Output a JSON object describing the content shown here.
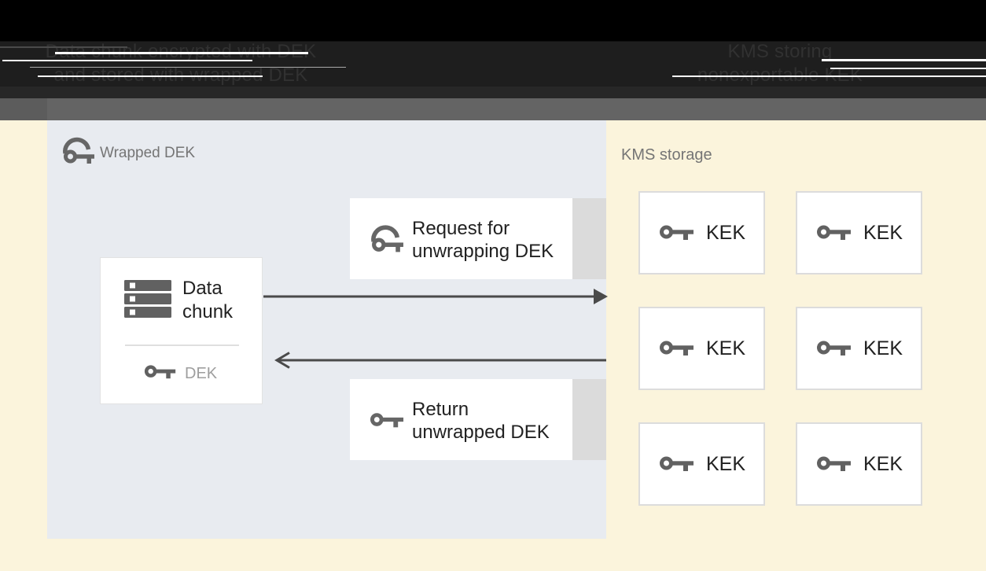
{
  "header": {
    "left_caption": [
      "Data chunk encrypted with DEK",
      "and stored with wrapped DEK"
    ],
    "right_caption": [
      "KMS storing",
      "nonexportable KEK"
    ],
    "colors": {
      "banner": "#000000",
      "text_band": "#1E1E1E",
      "gray_bar": "#646464"
    }
  },
  "diagram": {
    "background_color": "#FBF4DC",
    "wrapped_dek_panel": {
      "label": "Wrapped DEK",
      "label_icon": "wrapped-key-icon",
      "bg_color": "#E8EBF0",
      "data_chunk_box": {
        "title_line1": "Data",
        "title_line2": "chunk",
        "title_icon": "storage-stack-icon",
        "key_icon": "key-icon",
        "key_label": "DEK"
      },
      "request_box": {
        "icon": "wrapped-key-icon",
        "line1": "Request for",
        "line2": "unwrapping DEK"
      },
      "return_box": {
        "icon": "key-icon",
        "line1": "Return",
        "line2": "unwrapped DEK"
      }
    },
    "arrows": {
      "to_kms_direction": "right",
      "from_kms_direction": "left",
      "color": "#4A4A4A"
    },
    "kms_panel": {
      "label": "KMS storage",
      "kek_icon": "key-icon",
      "kek_labels": [
        "KEK",
        "KEK",
        "KEK",
        "KEK",
        "KEK",
        "KEK"
      ],
      "box_bg": "#FFFFFF",
      "box_border": "#DCDCDC"
    }
  },
  "colors": {
    "icon_gray": "#666666",
    "muted_label": "#757575",
    "dark_text": "#212121",
    "dim_text": "#9E9E9E",
    "arrow": "#4A4A4A",
    "strip_gray": "#DBDBDB"
  }
}
